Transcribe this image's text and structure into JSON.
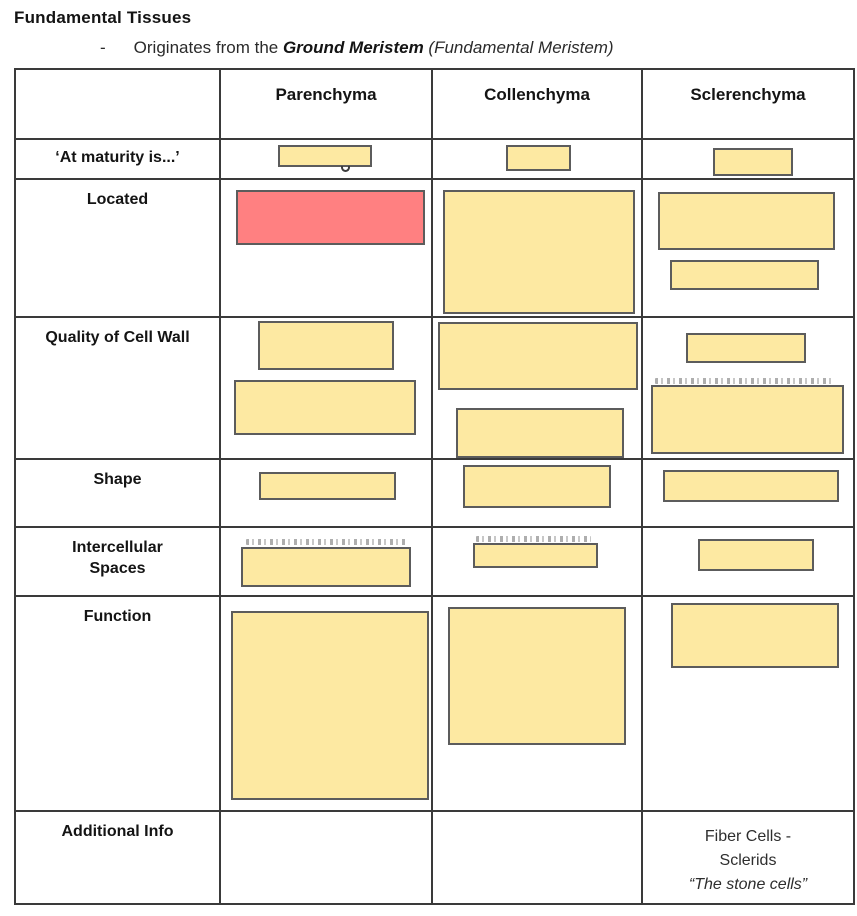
{
  "doc": {
    "title": "Fundamental Tissues",
    "bullet": {
      "dash": "-",
      "prefix": "Originates from the ",
      "emphasis": "Ground Meristem",
      "parenthetical": " (Fundamental Meristem)"
    }
  },
  "colors": {
    "highlight_yellow": "#FDE9A2",
    "highlight_red": "#FF8081",
    "box_border": "#5c5c5c",
    "table_border": "#3a3a3a"
  },
  "table": {
    "columns": [
      "",
      "Parenchyma",
      "Collenchyma",
      "Sclerenchyma"
    ],
    "rows": [
      {
        "label": "‘At maturity is...’"
      },
      {
        "label": "Located"
      },
      {
        "label": "Quality of Cell Wall"
      },
      {
        "label": "Shape"
      },
      {
        "label": "Intercellular Spaces"
      },
      {
        "label": "Function"
      },
      {
        "label": "Additional Info"
      }
    ],
    "additional_info_sclerenchyma": {
      "line1": "Fiber Cells -",
      "line2": "Sclerids",
      "line3": "“The stone cells”"
    }
  }
}
